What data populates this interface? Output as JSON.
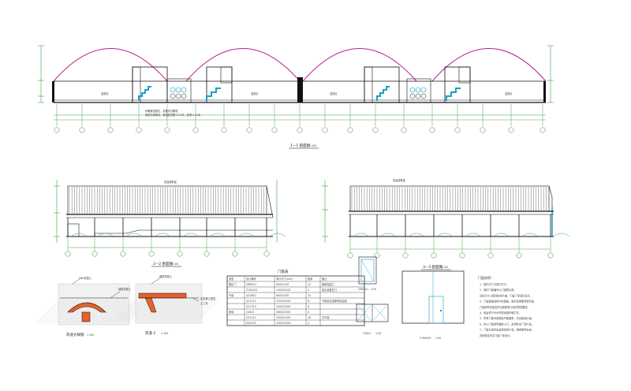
{
  "drawing": {
    "section_1": {
      "title": "1—1 剖面图",
      "scale": "1:100"
    },
    "section_2": {
      "title": "2—2 剖面图",
      "scale": "1:100"
    },
    "section_3": {
      "title": "3—3 剖面图",
      "scale": "1:100"
    },
    "section_1_labels": [
      "温室区",
      "温室区",
      "温室区",
      "温室区"
    ],
    "section_1_notes": [
      "采暖管道固定，设备详见暖施",
      "管道沿墙敷设，管道距顶棚 0.30米，距墙 0.10米"
    ],
    "roof_label": "保温被覆盖",
    "detail_a": {
      "title": "风道大样图",
      "scale": "1:100",
      "labels": [
        "C25混凝土",
        "钢筋混凝土"
      ]
    },
    "detail_b": {
      "title": "风道 2",
      "scale": "1:100",
      "labels": [
        "钢筋混凝土",
        "素混凝土垫层",
        "土工布"
      ]
    },
    "schedule": {
      "title": "门窗表",
      "headers": [
        "类型",
        "设计编号",
        "洞口尺寸(mm)",
        "数量",
        "备注"
      ],
      "rows": [
        [
          "推拉门",
          "GM0921",
          "900X2100",
          "12",
          "钢制保温门"
        ],
        [
          "",
          "TLM1521",
          "1500X2100",
          "4",
          "铝合金推拉门"
        ],
        [
          "气窗",
          "QC0612",
          "600X1200",
          "24",
          ""
        ],
        [
          "",
          "QC1212",
          "1200X1200",
          "8",
          "气窗铝合金断桥保温窗"
        ],
        [
          "",
          "QC1515",
          "1500X1500",
          "6",
          ""
        ],
        [
          "侧窗",
          "C2815",
          "2800X1500",
          "4",
          ""
        ],
        [
          "",
          "CK1212",
          "1200X1200",
          "16",
          "平开窗"
        ],
        [
          "",
          "DK1515",
          "1500X1500",
          "4",
          ""
        ]
      ]
    },
    "door_labels": {
      "small_door": "GM0921",
      "window": "C2815",
      "big_door": "TLM4545"
    },
    "door_scale": "1:50",
    "notes": {
      "title": "门窗说明：",
      "lines": [
        "1、图中尺寸为洞口尺寸。",
        "2、图中门窗编号以门窗表为准，",
        "   具体尺寸以现场实测为准，门窗厂家深化设计。",
        "3、门窗玻璃采用中空玻璃，框料采用断桥铝合金，",
        "   门窗制作安装应符合国家现行相关规范要求。",
        "4、窗台低于900时需设置护窗栏杆。",
        "5、所有门窗均需满足节能要求，开启扇设纱窗。",
        "6、防火门选用甲级防火门，采用专业厂家产品。",
        "7、门窗五金件应选用优质产品，确保使用安全。",
        "   具体做法详见门窗厂家设计。"
      ]
    }
  },
  "colors": {
    "structure": "#111111",
    "arch": "#b0238f",
    "grid": "#1a8f1a",
    "stair": "#1aa0c8",
    "detail_fill": "#e8602a",
    "hatch": "#c8c8c8"
  }
}
